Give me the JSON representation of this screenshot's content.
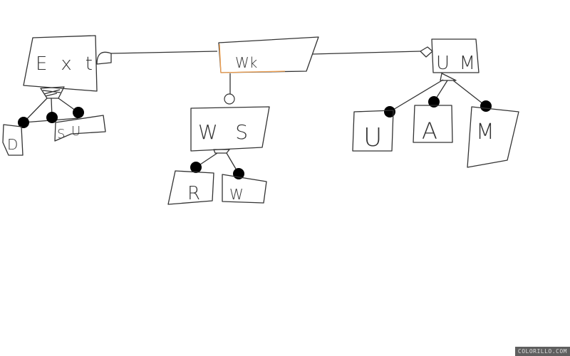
{
  "diagram": {
    "nodes": {
      "ext": "Ext",
      "wk": "Wk",
      "ws": "WS",
      "r": "R",
      "w": "W",
      "um": "UM",
      "u": "U",
      "a": "A",
      "m": "M",
      "d": "D",
      "s": "S",
      "u2": "U"
    },
    "highlight_color": "#f0a050"
  },
  "watermark": "COLORILLO.COM"
}
